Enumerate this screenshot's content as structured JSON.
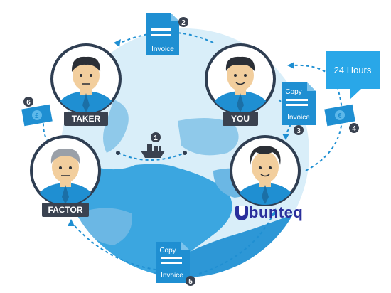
{
  "people": {
    "taker": {
      "label": "TAKER"
    },
    "you": {
      "label": "YOU"
    },
    "factor": {
      "label": "FACTOR"
    }
  },
  "steps": [
    "1",
    "2",
    "3",
    "4",
    "5",
    "6"
  ],
  "documents": {
    "invoice_top": {
      "label": "Invoice"
    },
    "copy_invoice_right": {
      "copy": "Copy",
      "label": "Invoice"
    },
    "copy_invoice_bottom": {
      "copy": "Copy",
      "label": "Invoice"
    }
  },
  "callout": {
    "text": "24 Hours"
  },
  "currency": {
    "pound": "£",
    "euro": "€"
  },
  "brand": {
    "name": "bunteq"
  },
  "colors": {
    "globe": "#cde9f7",
    "ocean_accent": "#2a9fd8",
    "person_ring": "#2f3e52",
    "shirt": "#1f8fd2",
    "skin": "#f2ce9d",
    "dashed_path": "#1f8fd2",
    "label_bg": "#3a4250",
    "brand": "#2a2f9c"
  }
}
